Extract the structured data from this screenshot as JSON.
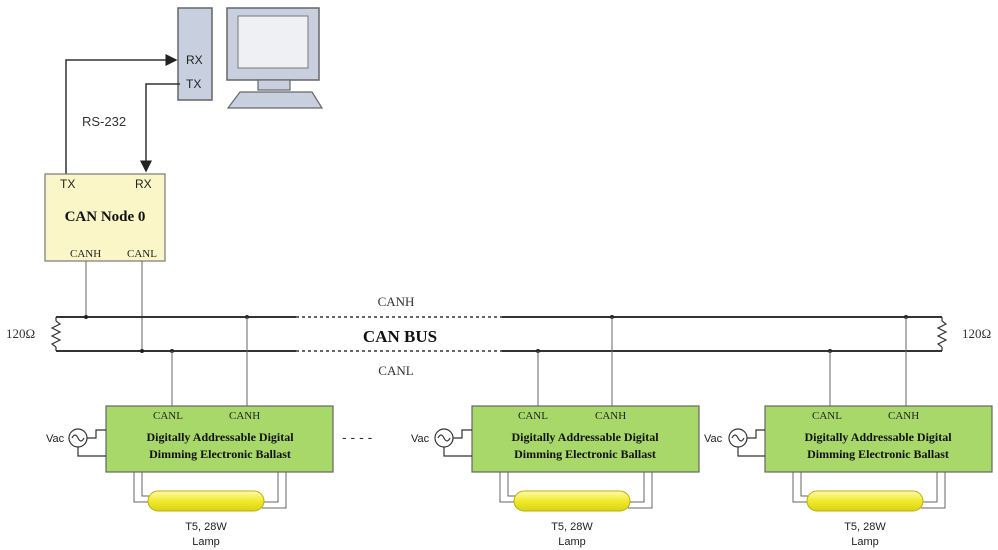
{
  "computer": {
    "port_rx": "RX",
    "port_tx": "TX"
  },
  "link_label": "RS-232",
  "can_node": {
    "title": "CAN Node 0",
    "tx": "TX",
    "rx": "RX",
    "canh": "CANH",
    "canl": "CANL"
  },
  "bus": {
    "label": "CAN BUS",
    "canh_label": "CANH",
    "canl_label": "CANL",
    "terminator_left": "120Ω",
    "terminator_right": "120Ω"
  },
  "ellipsis": "- - - -",
  "ballasts": [
    {
      "canl": "CANL",
      "canh": "CANH",
      "line1": "Digitally Addressable Digital",
      "line2": "Dimming Electronic Ballast",
      "vac": "Vac",
      "lamp1": "T5, 28W",
      "lamp2": "Lamp"
    },
    {
      "canl": "CANL",
      "canh": "CANH",
      "line1": "Digitally Addressable Digital",
      "line2": "Dimming Electronic Ballast",
      "vac": "Vac",
      "lamp1": "T5, 28W",
      "lamp2": "Lamp"
    },
    {
      "canl": "CANL",
      "canh": "CANH",
      "line1": "Digitally Addressable Digital",
      "line2": "Dimming Electronic Ballast",
      "vac": "Vac",
      "lamp1": "T5, 28W",
      "lamp2": "Lamp"
    }
  ],
  "colors": {
    "node_fill": "#fbf6c8",
    "ballast_fill": "#a9d86a",
    "lamp_fill": "#f0ea2a",
    "monitor_fill": "#c8d0df",
    "line": "#555555"
  }
}
